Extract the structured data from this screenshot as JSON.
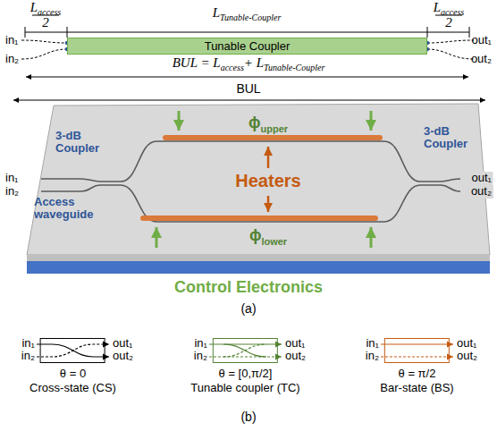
{
  "diagram": {
    "nodes": [
      {
        "text": [
          "Tunable Coupler"
        ]
      },
      {
        "text": [
          "θ = 0",
          "Cross-state (CS)"
        ]
      },
      {
        "text": [
          "θ = [0,π/2]",
          "Tunable coupler (TC)"
        ]
      },
      {
        "text": [
          "θ = π/2",
          "Bar-state (BS)"
        ]
      }
    ],
    "labels": [
      "L",
      "access",
      "2",
      "L",
      "Tunable-Coupler",
      "L",
      "access",
      "2",
      "in₁",
      "in₂",
      "out₁",
      "out₂",
      "BUL = L",
      "access",
      "+ L",
      "Tunable-Coupler",
      "BUL",
      "in₁",
      "in₂",
      "3-dB Coupler",
      "Access waveguide",
      "ϕ",
      "upper",
      "Heaters",
      "ϕ",
      "lower",
      "3-dB Coupler",
      "out₁",
      "out₂",
      "Control Electronics",
      "(a)",
      "in₁",
      "in₂",
      "out₁",
      "out₂",
      "in₁",
      "in₂",
      "out₁",
      "out₂",
      "in₁",
      "in₂",
      "out₁",
      "out₂",
      "(b)"
    ]
  }
}
